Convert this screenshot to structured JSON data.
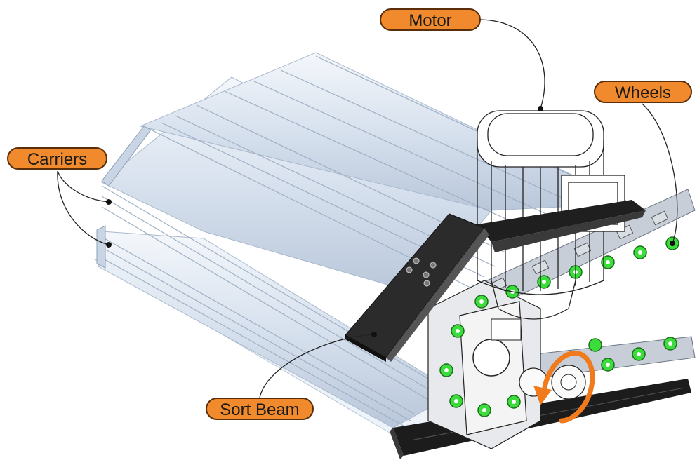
{
  "labels": {
    "motor": "Motor",
    "wheels": "Wheels",
    "carriers": "Carriers",
    "sort_beam": "Sort Beam"
  },
  "colors": {
    "callout_fill": "#f08a2c",
    "callout_border": "#5a2e0a",
    "carrier_slat": "#dde6f2",
    "wheel_green": "#3ddc3d",
    "beam_dark": "#2a2a2a",
    "rotation_arrow": "#f07a1c"
  },
  "icons": {
    "rotation": "circular-arrow-icon"
  }
}
